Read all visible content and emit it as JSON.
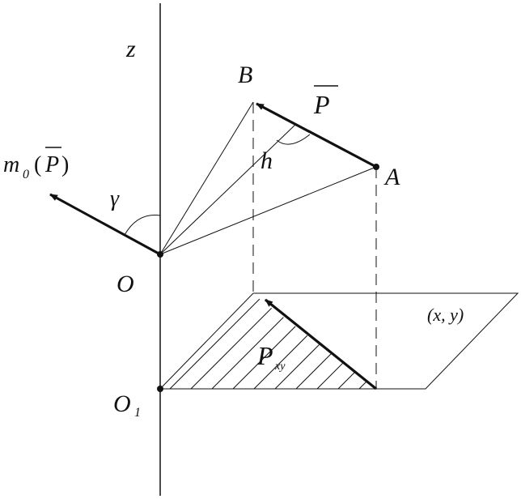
{
  "labels": {
    "z": "z",
    "B": "B",
    "P": "P",
    "h": "h",
    "A": "A",
    "m_main": "m",
    "m_sub": "0",
    "m_paren_open": "(",
    "m_P": "P",
    "m_paren_close": ")",
    "gamma": "γ",
    "O": "O",
    "xy": "(x, y)",
    "Pxy_main": "P",
    "Pxy_sub": "xy",
    "O1_main": "O",
    "O1_sub": "1"
  },
  "colors": {
    "ink": "#111111",
    "background": "#ffffff"
  }
}
